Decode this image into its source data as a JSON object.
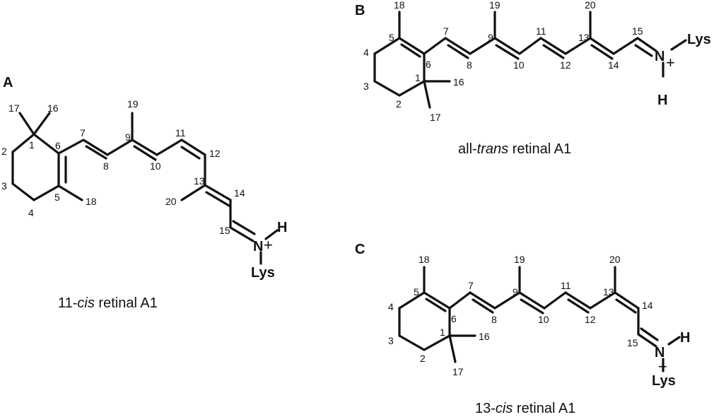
{
  "panels": {
    "A": {
      "letter": "A",
      "caption_prefix": "11-",
      "caption_italic": "cis",
      "caption_suffix": " retinal A1",
      "carbons": [
        "1",
        "2",
        "3",
        "4",
        "5",
        "6",
        "7",
        "8",
        "9",
        "10",
        "11",
        "12",
        "13",
        "14",
        "15",
        "16",
        "17",
        "18",
        "19",
        "20"
      ],
      "atoms": {
        "N": "N",
        "charge": "+",
        "H": "H",
        "Lys": "Lys"
      }
    },
    "B": {
      "letter": "B",
      "caption_prefix": "all-",
      "caption_italic": "trans",
      "caption_suffix": " retinal A1",
      "carbons": [
        "1",
        "2",
        "3",
        "4",
        "5",
        "6",
        "7",
        "8",
        "9",
        "10",
        "11",
        "12",
        "13",
        "14",
        "15",
        "16",
        "17",
        "18",
        "19",
        "20"
      ],
      "atoms": {
        "N": "N",
        "charge": "+",
        "H": "H",
        "Lys": "Lys"
      }
    },
    "C": {
      "letter": "C",
      "caption_prefix": "13-",
      "caption_italic": "cis",
      "caption_suffix": " retinal A1",
      "carbons": [
        "1",
        "2",
        "3",
        "4",
        "5",
        "6",
        "7",
        "8",
        "9",
        "10",
        "11",
        "12",
        "13",
        "14",
        "15",
        "16",
        "17",
        "18",
        "19",
        "20"
      ],
      "atoms": {
        "N": "N",
        "charge": "+",
        "H": "H",
        "Lys": "Lys"
      }
    }
  }
}
